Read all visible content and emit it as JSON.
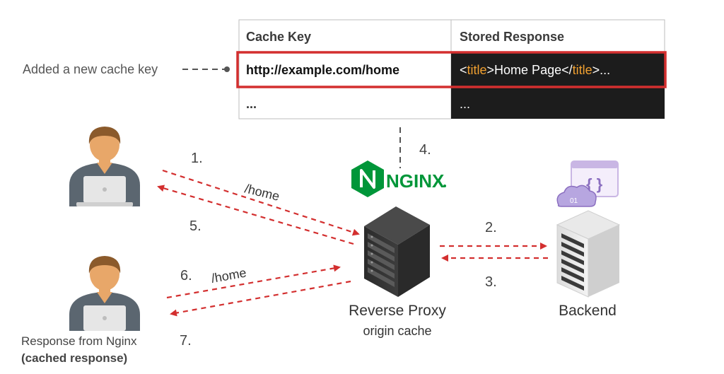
{
  "table": {
    "headers": [
      "Cache Key",
      "Stored Response"
    ],
    "rows": [
      {
        "key": "http://example.com/home",
        "response_parts": [
          {
            "text": "<",
            "style": "plain"
          },
          {
            "text": "title",
            "style": "tag"
          },
          {
            "text": ">Home Page</",
            "style": "plain"
          },
          {
            "text": "title",
            "style": "tag"
          },
          {
            "text": ">...",
            "style": "plain"
          }
        ],
        "highlighted": true
      },
      {
        "key": "...",
        "response_parts": [
          {
            "text": "...",
            "style": "plain"
          }
        ],
        "highlighted": false
      }
    ]
  },
  "annotation": "Added a new cache key",
  "steps": [
    "1.",
    "2.",
    "3.",
    "4.",
    "5.",
    "6.",
    "7."
  ],
  "request_labels": [
    "/home",
    "/home"
  ],
  "nginx_logo": "NGINX",
  "proxy": {
    "title": "Reverse Proxy",
    "subtitle": "origin cache"
  },
  "backend": {
    "title": "Backend"
  },
  "response_note": {
    "line1": "Response from Nginx",
    "line2": "(cached response)"
  },
  "colors": {
    "arrow": "#d32f2f",
    "highlight_border": "#d32f2f",
    "dark_cell": "#1c1c1c",
    "tag": "#f0a030",
    "nginx_green": "#009639",
    "skin": "#e8a769",
    "hair": "#8b5a2b",
    "shirt": "#5b6670"
  },
  "icons": [
    "user-icon",
    "server-rack-icon",
    "backend-server-icon",
    "code-window-icon",
    "cloud-icon",
    "nginx-logo-icon",
    "laptop-icon"
  ]
}
